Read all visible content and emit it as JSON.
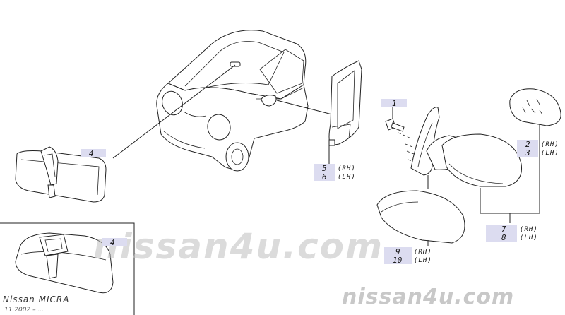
{
  "watermark": {
    "center_text": "nissan4u.com",
    "corner_text": "nissan4u.com"
  },
  "footer": {
    "model_name": "Nissan MICRA",
    "date_range": "11.2002 – ..."
  },
  "parts": {
    "p1": "1",
    "p2": "2",
    "p3": "3",
    "p4_inner_mirror": "4",
    "p4_inset_mirror": "4",
    "p5": "5",
    "p6": "6",
    "p7": "7",
    "p8": "8",
    "p9": "9",
    "p10": "10"
  },
  "side_tags": {
    "rh": "(RH)",
    "lh": "(LH)"
  },
  "colors": {
    "label_highlight": "#dcdcf0",
    "line_art": "#222222",
    "watermark": "#c8c8c8"
  }
}
